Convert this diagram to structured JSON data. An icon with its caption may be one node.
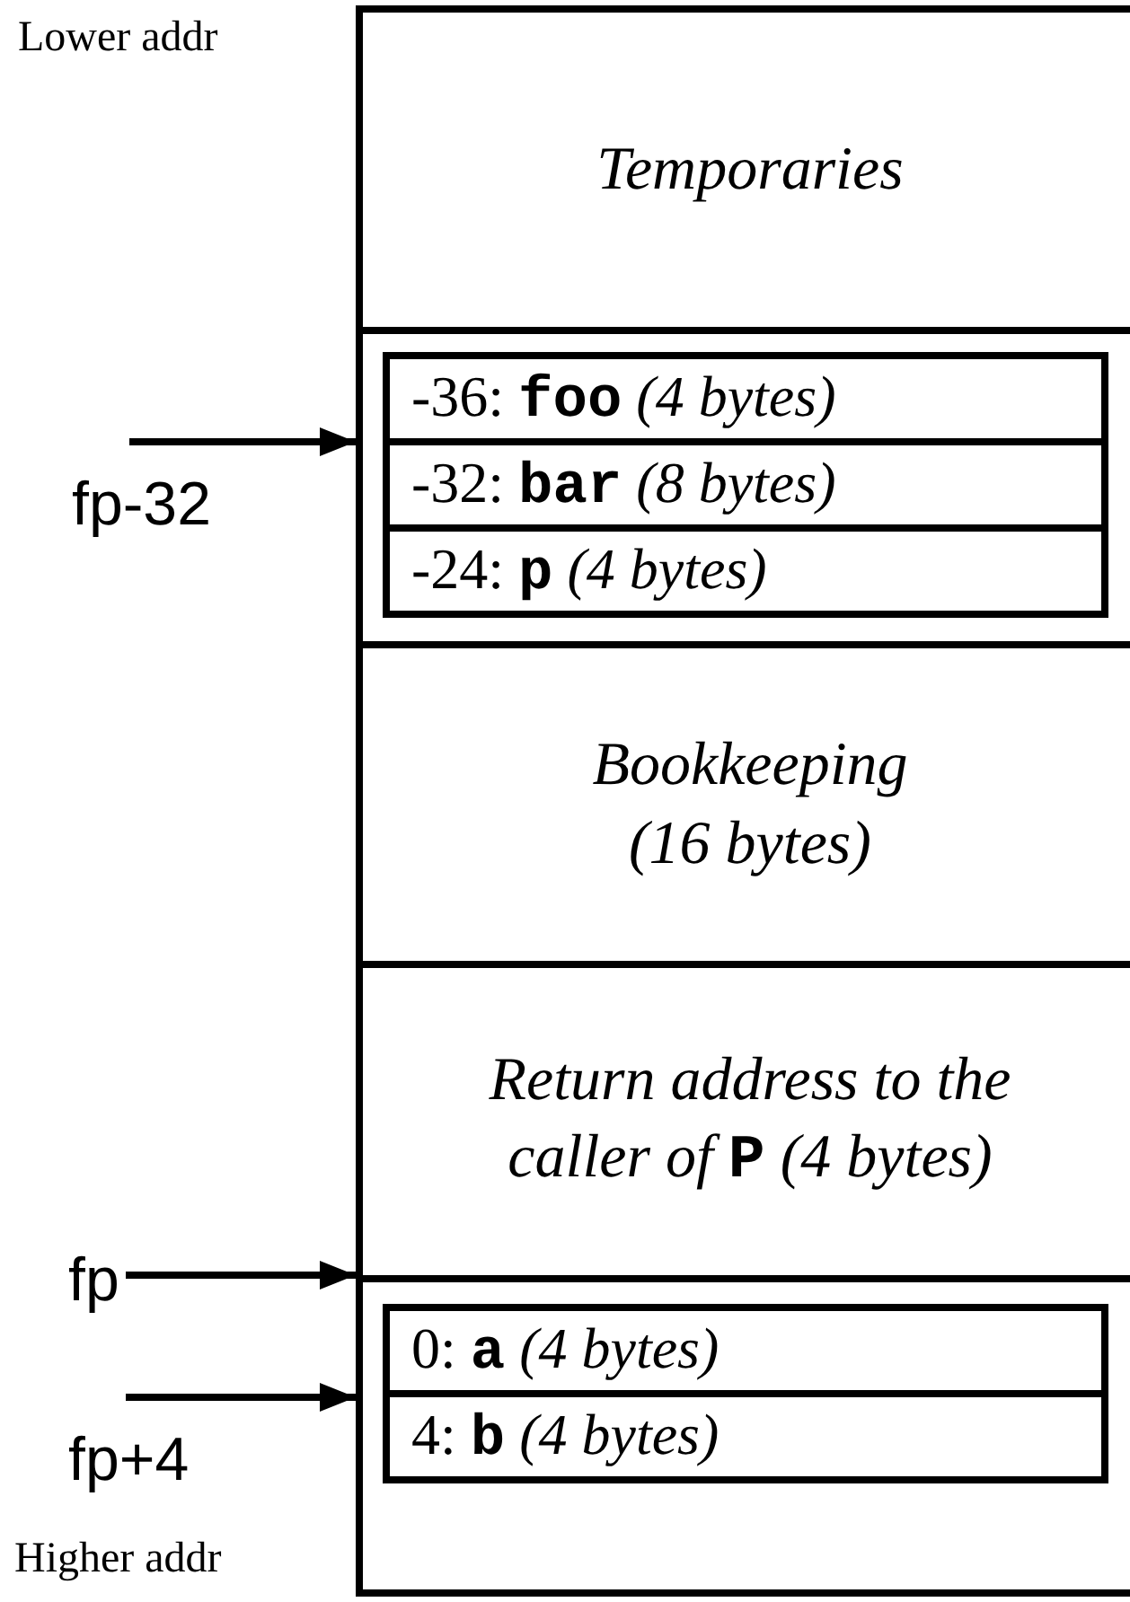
{
  "diagram": {
    "nodes": [
      {
        "text": [
          "Temporaries"
        ]
      },
      {
        "text": [],
        "shape": "box"
      },
      {
        "text": [
          "-36: **foo** *(4 bytes)*"
        ],
        "in": 1
      },
      {
        "text": [
          "-32: **bar** *(8 bytes)*"
        ],
        "in": 1
      },
      {
        "text": [
          "-24: **p** *(4 bytes)*"
        ],
        "in": 1
      },
      {
        "text": [
          "Bookkeeping (16 bytes)"
        ]
      },
      {
        "text": [
          "Return address to the caller of **P** (4 bytes)"
        ]
      },
      {
        "text": [],
        "shape": "box"
      },
      {
        "text": [
          "0: **a** *(4 bytes)*"
        ],
        "in": 7
      },
      {
        "text": [
          "4: **b** *(4 bytes)*"
        ],
        "in": 7
      },
      {
        "text": [
          "fp-32"
        ]
      },
      {
        "text": [
          "fp"
        ]
      },
      {
        "text": [
          "fp+4"
        ]
      }
    ],
    "edges": [
      {
        "from": 10,
        "to": 1,
        "arrow": "to"
      },
      {
        "from": 11,
        "to": 7,
        "arrow": "to"
      },
      {
        "from": 12,
        "to": 7,
        "arrow": "to"
      }
    ],
    "labels": [
      "Lower addr",
      "Higher addr"
    ]
  }
}
